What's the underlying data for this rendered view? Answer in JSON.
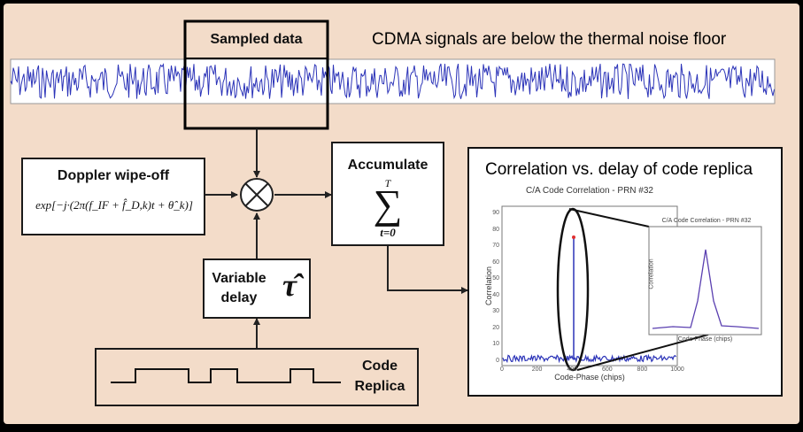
{
  "colors": {
    "background": "#f3dcc9",
    "border": "#000000",
    "signal": "#2b33b8",
    "marker": "#e03030",
    "box_stroke": "#1a1a1a"
  },
  "sampled_data": {
    "label": "Sampled data"
  },
  "caption_noise": "CDMA signals are below the thermal noise floor",
  "doppler": {
    "title": "Doppler wipe-off",
    "formula": "exp[−j·(2π(f_IF + f̂_D,k)t + θ̂_k)]"
  },
  "accumulate": {
    "title": "Accumulate",
    "upper": "T",
    "symbol": "∑",
    "lower": "t=0"
  },
  "variable_delay": {
    "line1": "Variable",
    "line2": "delay",
    "symbol": "τ̂"
  },
  "code_replica": {
    "line1": "Code",
    "line2": "Replica"
  },
  "mixer": {
    "icon": "multiply-circle-icon"
  },
  "correlation_panel": {
    "caption": "Correlation vs. delay of code replica",
    "plot_title": "C/A Code Correlation - PRN #32",
    "xlabel": "Code-Phase (chips)",
    "ylabel": "Correlation",
    "yticks": [
      "90",
      "80",
      "70",
      "60",
      "50",
      "40",
      "30",
      "20",
      "10",
      "0"
    ],
    "xticks": [
      "0",
      "200",
      "400",
      "600",
      "800",
      "1000"
    ],
    "inset_title": "C/A Code Correlation - PRN #32",
    "inset_ylabel": "Correlation",
    "inset_xlabel": "Code Phase (chips)"
  }
}
